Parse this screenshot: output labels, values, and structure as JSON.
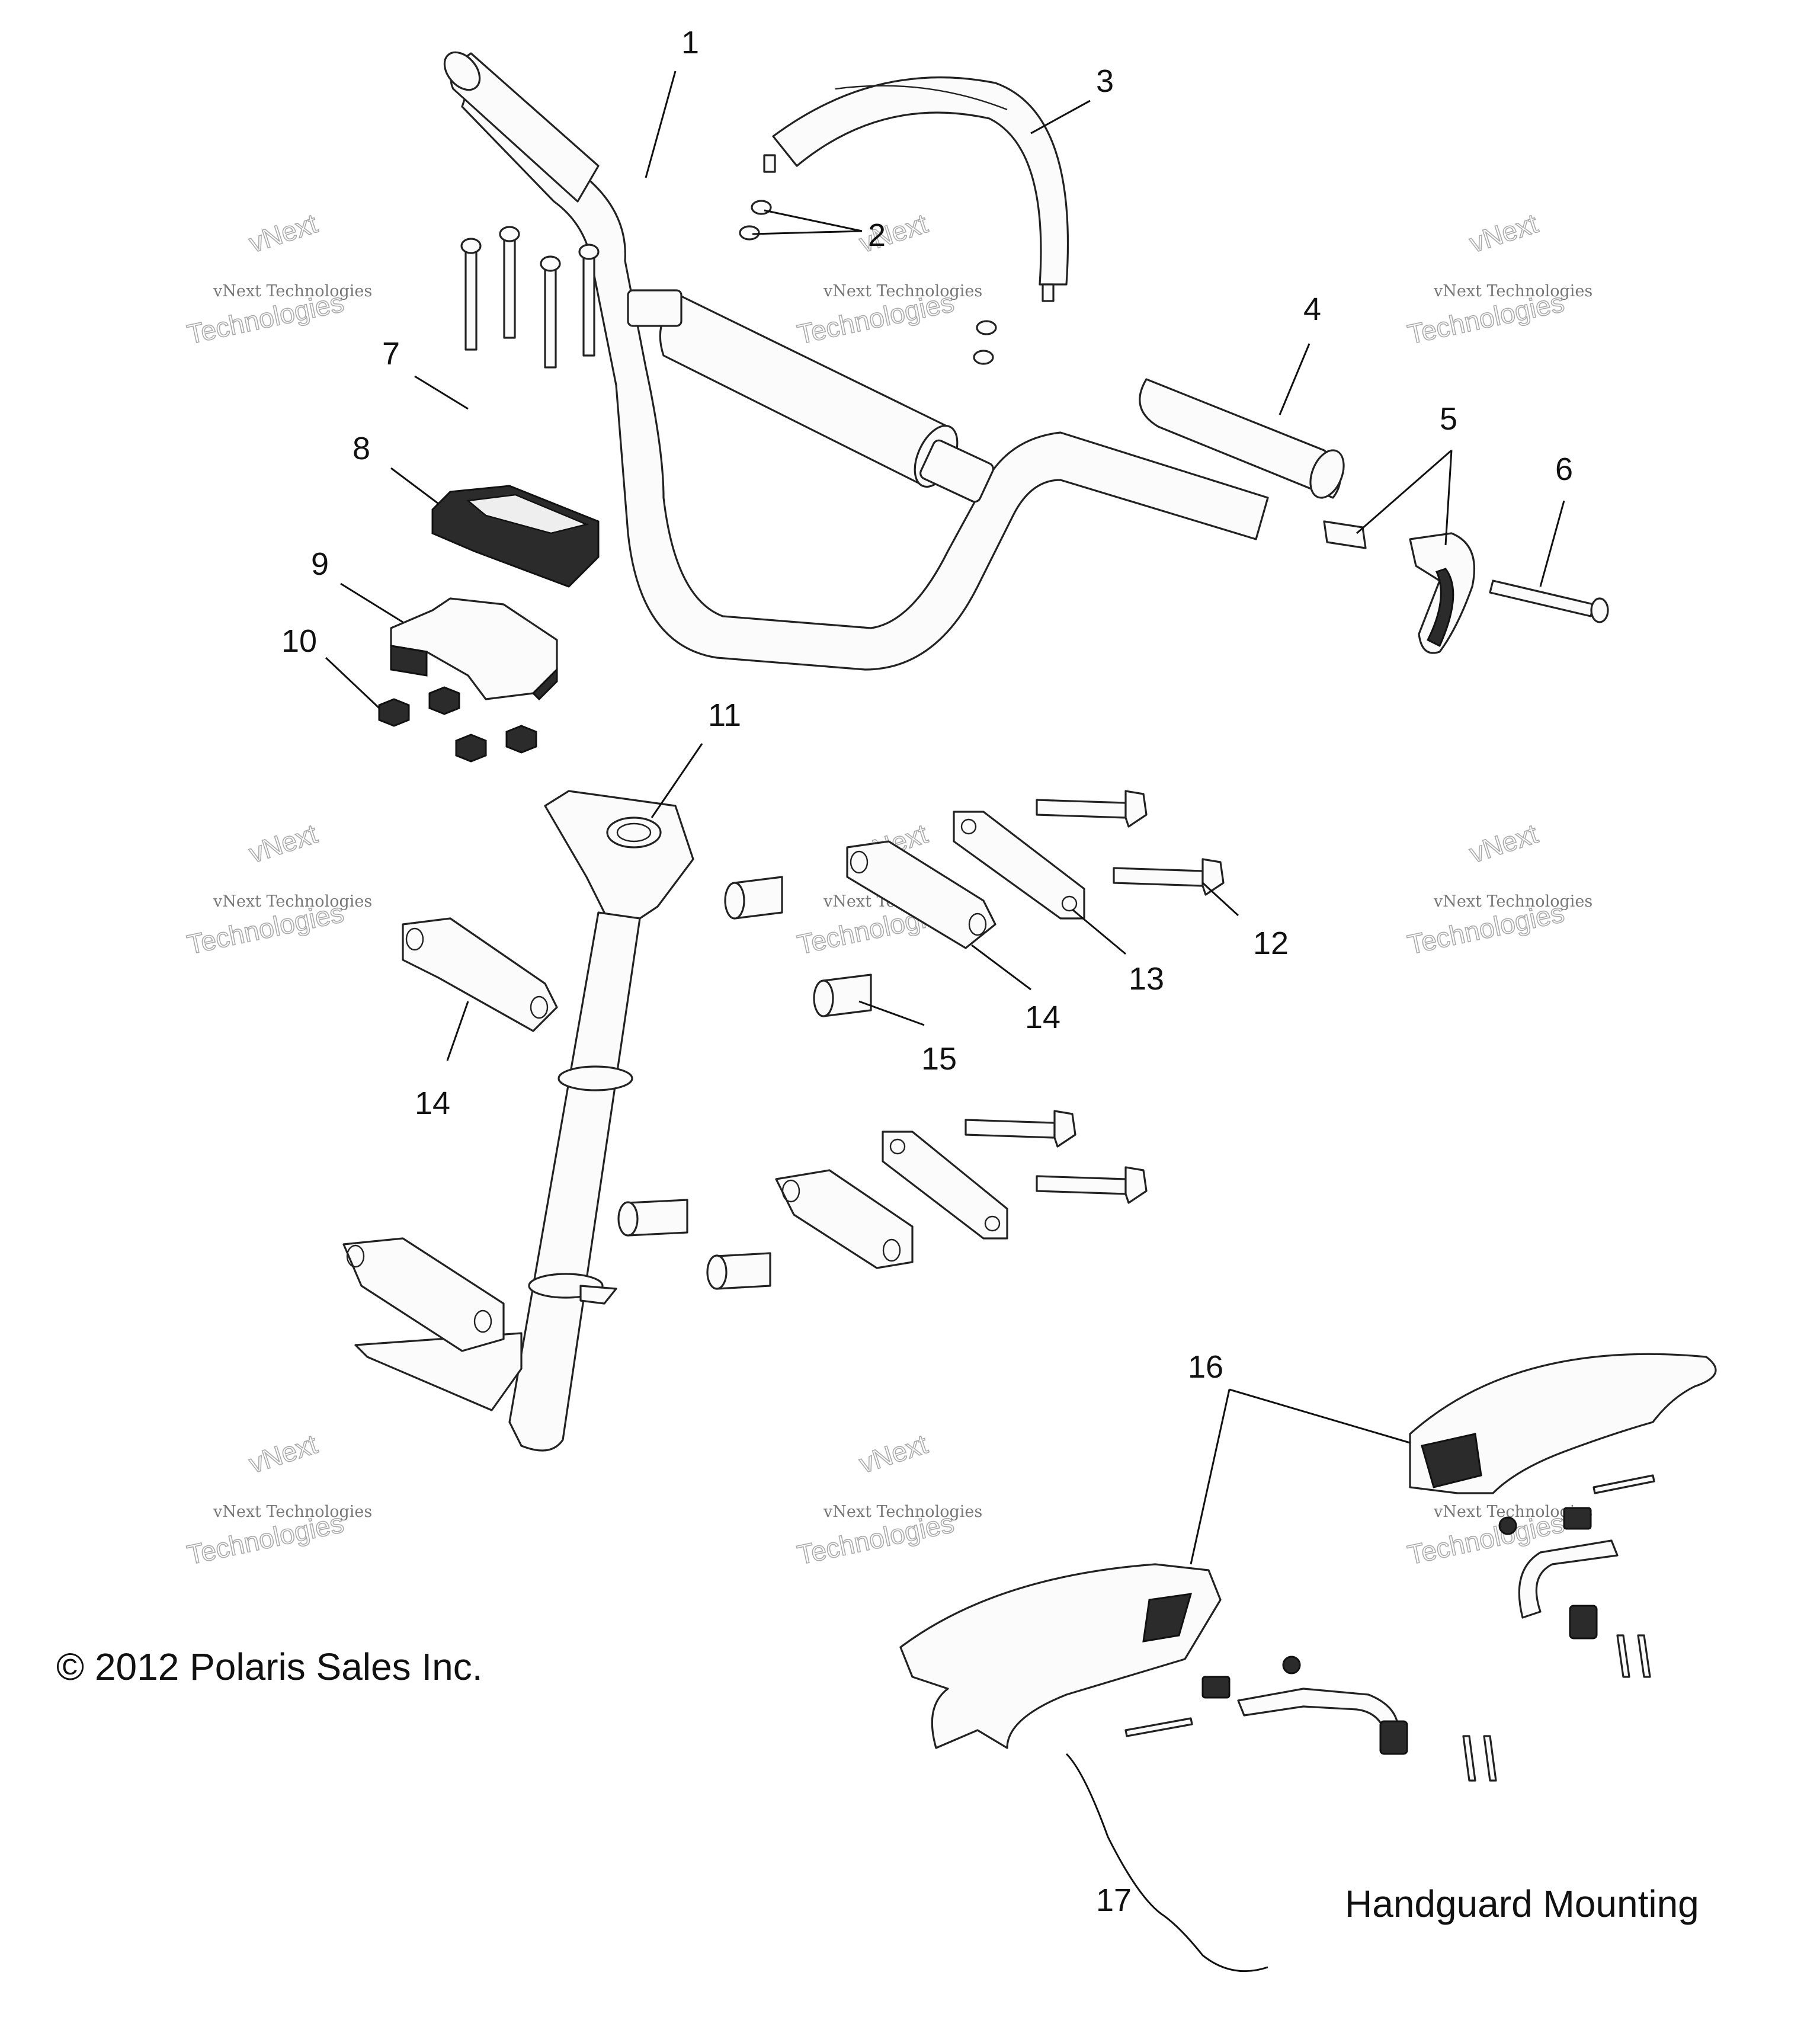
{
  "callouts": {
    "c1": "1",
    "c2": "2",
    "c3": "3",
    "c4": "4",
    "c5": "5",
    "c6": "6",
    "c7": "7",
    "c8": "8",
    "c9": "9",
    "c10": "10",
    "c11": "11",
    "c12": "12",
    "c13": "13",
    "c14a": "14",
    "c14b": "14",
    "c15": "15",
    "c16": "16",
    "c17": "17"
  },
  "watermark": {
    "line1": "vNext Technologies",
    "line2": "vNext",
    "line3": "Technologies"
  },
  "copyright": "© 2012 Polaris Sales Inc.",
  "inset_caption": "Handguard Mounting"
}
